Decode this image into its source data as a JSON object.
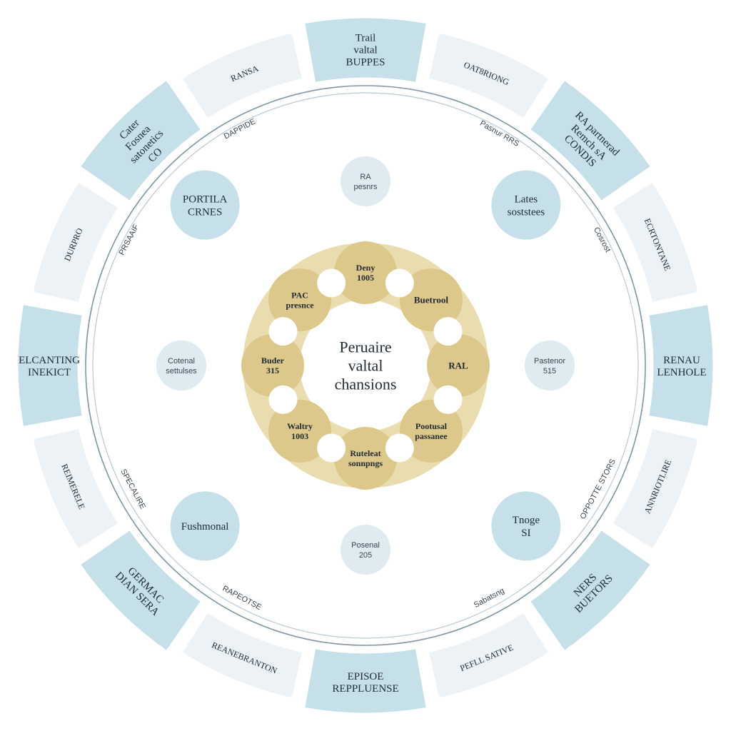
{
  "center": {
    "title_lines": [
      "Peruaire",
      "valtal",
      "chansions"
    ]
  },
  "hub_lobes": [
    {
      "lines": [
        "Deny",
        "1005"
      ]
    },
    {
      "lines": [
        "Buetrool"
      ]
    },
    {
      "lines": [
        "RAL"
      ]
    },
    {
      "lines": [
        "Pootusal",
        "passanee"
      ]
    },
    {
      "lines": [
        "Ruteleat",
        "sonnpngs"
      ]
    },
    {
      "lines": [
        "Waltry",
        "1003"
      ]
    },
    {
      "lines": [
        "Buder",
        "315"
      ]
    },
    {
      "lines": [
        "PAC",
        "presnce"
      ]
    }
  ],
  "inner_circles": [
    {
      "lines": [
        "RA",
        "pesnrs"
      ]
    },
    {
      "lines": [
        "Pastenor",
        "515"
      ]
    },
    {
      "lines": [
        "Posenal",
        "205"
      ]
    },
    {
      "lines": [
        "Cotenal",
        "settulses"
      ]
    }
  ],
  "ring_blocks": [
    {
      "lines": [
        "Trail",
        "valtal",
        "BUPPES"
      ]
    },
    {
      "lines": [
        "OAT8RIONG"
      ]
    },
    {
      "lines": [
        "RA partnerad",
        "Remch sA",
        "CONDIS"
      ]
    },
    {
      "lines": [
        "ECRTONTANE"
      ]
    },
    {
      "lines": [
        "RENAU",
        "LENHOLE"
      ]
    },
    {
      "lines": [
        "ANNRIOTLIRE"
      ]
    },
    {
      "lines": [
        "NERS",
        "BUETORS"
      ]
    },
    {
      "lines": [
        "PEFLL SATIVE"
      ]
    },
    {
      "lines": [
        "EPISOE",
        "REPPLUENSE"
      ]
    },
    {
      "lines": [
        "REANEBRANTON"
      ]
    },
    {
      "lines": [
        "GERMAC",
        "DIAN SERA"
      ]
    },
    {
      "lines": [
        "REIMERELE"
      ]
    },
    {
      "lines": [
        "ELCANTING",
        "INEKICT"
      ]
    },
    {
      "lines": [
        "DURPRO"
      ]
    },
    {
      "lines": [
        "Cater",
        "Fosnea",
        "satonetics",
        "CO"
      ]
    },
    {
      "lines": [
        "RANSA"
      ]
    }
  ],
  "nodes": [
    {
      "lines": [
        "PORTILA",
        "CRNES"
      ]
    },
    {
      "lines": [
        "Lates",
        "soststees"
      ]
    },
    {
      "lines": [
        "Tnoge",
        "SI"
      ]
    },
    {
      "lines": [
        "Fushmonal"
      ]
    }
  ],
  "arc_texts": [
    {
      "text": "Pasnur RRS"
    },
    {
      "text": "Cosrost"
    },
    {
      "text": "OPPOTTE STORS"
    },
    {
      "text": "Sabatsng"
    },
    {
      "text": "RAPEOTSE"
    },
    {
      "text": "SPECALIRE"
    },
    {
      "text": "PRSAAIF"
    },
    {
      "text": "DAPPIDE"
    }
  ],
  "colors": {
    "blue_block": "#c6e0ea",
    "grey_block": "#ecf2f5",
    "hub_fill": "#e9dcae",
    "lobe_fill": "#dcc88a",
    "inner_circle": "#dfebf1",
    "ring_line": "#7e96a4"
  }
}
